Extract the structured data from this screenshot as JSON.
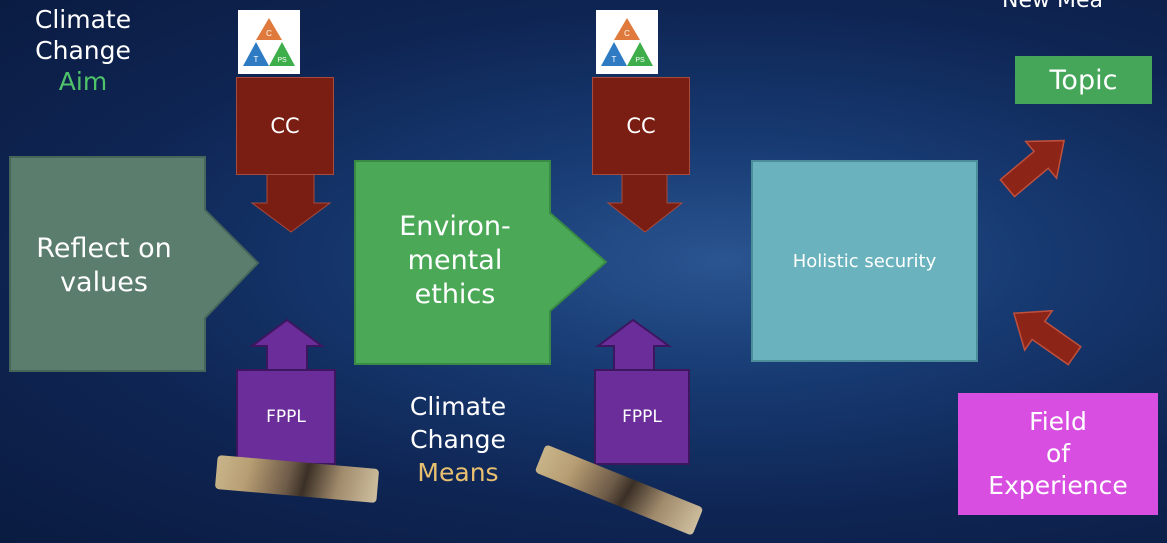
{
  "labels": {
    "top_left_line1": "Climate",
    "top_left_line2": "Change",
    "top_left_line3": "Aim",
    "bottom_mid_line1": "Climate",
    "bottom_mid_line2": "Change",
    "bottom_mid_line3": "Means",
    "top_right_partial": "New Mea"
  },
  "logo": {
    "top": "C",
    "left": "T",
    "right": "PS"
  },
  "boxes": {
    "cc": "CC",
    "fppl": "FPPL",
    "reflect_line1": "Reflect on",
    "reflect_line2": "values",
    "env_line1": "Environ-",
    "env_line2": "mental",
    "env_line3": "ethics",
    "holistic": "Holistic security",
    "topic": "Topic",
    "field_line1": "Field",
    "field_line2": "of",
    "field_line3": "Experience"
  },
  "colors": {
    "cc": "#7a1e14",
    "fppl": "#6a2d9a",
    "reflect": "#5b7d6d",
    "environmental": "#4aa856",
    "holistic": "#6ab3be",
    "topic": "#45a65a",
    "field": "#d74ee0",
    "arrow_red": "#8c2418"
  }
}
